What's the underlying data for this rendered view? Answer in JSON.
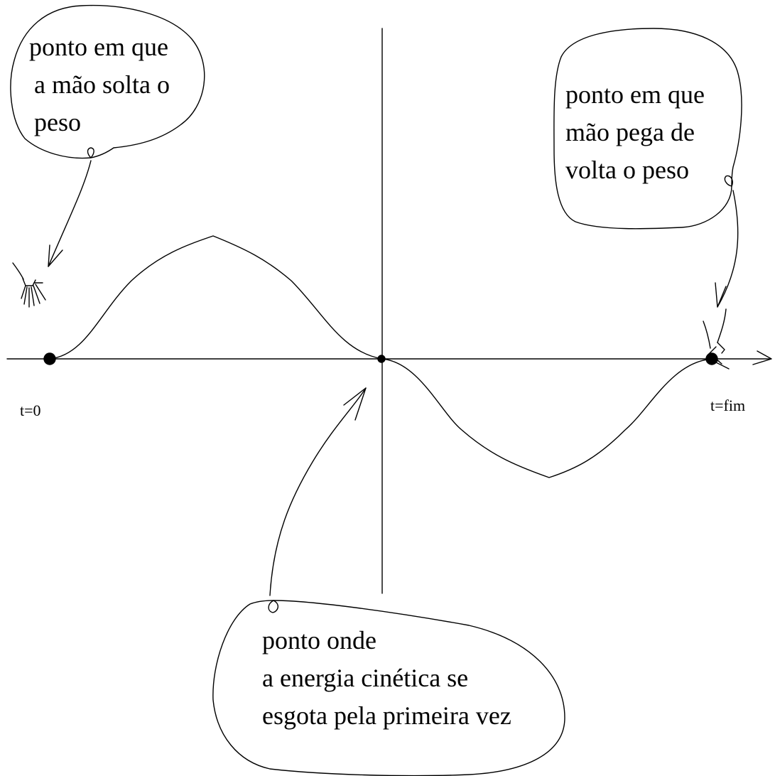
{
  "notes": {
    "release": {
      "line1": "ponto em que",
      "line2": "a mão solta o",
      "line3": "peso"
    },
    "catch": {
      "line1": "ponto em que",
      "line2": "mão pega de",
      "line3": "volta o peso"
    },
    "midpoint": {
      "line1": "ponto onde",
      "line2": "a energia cinética se",
      "line3": "esgota pela primeira vez"
    }
  },
  "axis": {
    "start_label": "t=0",
    "end_label": "t=fim"
  },
  "colors": {
    "ink": "#000000",
    "paper": "#ffffff"
  },
  "icons": [
    "hand-release-icon",
    "hand-catch-icon"
  ]
}
